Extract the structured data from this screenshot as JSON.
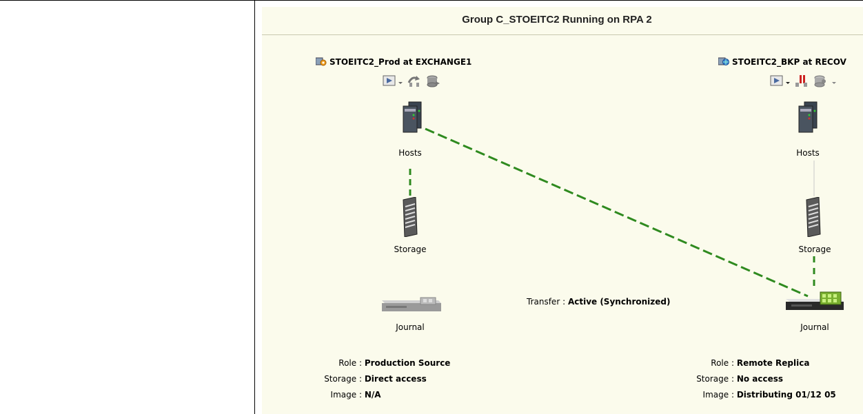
{
  "panel": {
    "title": "Group C_STOEITC2 Running on  RPA 2"
  },
  "source": {
    "header": "STOEITC2_Prod at EXCHANGE1",
    "hosts_label": "Hosts",
    "storage_label": "Storage",
    "journal_label": "Journal",
    "role_key": "Role :",
    "role_value": "Production Source",
    "storage_key": "Storage :",
    "storage_value": "Direct access",
    "image_key": "Image :",
    "image_value": "N/A"
  },
  "target": {
    "header": "STOEITC2_BKP at RECOV",
    "hosts_label": "Hosts",
    "storage_label": "Storage",
    "journal_label": "Journal",
    "role_key": "Role :",
    "role_value": "Remote Replica",
    "storage_key": "Storage :",
    "storage_value": "No access",
    "image_key": "Image :",
    "image_value": "Distributing 01/12 05"
  },
  "transfer": {
    "key": "Transfer : ",
    "value": "Active (Synchronized)"
  },
  "colors": {
    "link_active": "#2f8a1f",
    "link_idle": "#c8c8c8",
    "panel_bg": "#fbfbec"
  },
  "icons": {
    "source_site": "gear-site-icon",
    "target_site": "globe-site-icon",
    "hosts": "server-icon",
    "storage": "storage-array-icon",
    "journal": "journal-appliance-icon"
  }
}
